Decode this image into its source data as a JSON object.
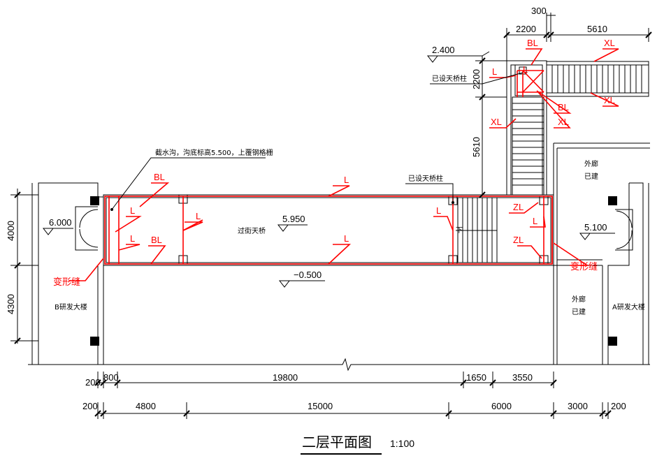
{
  "title": "二层平面图",
  "scale": "1:100",
  "rooms": {
    "bridge": "过街天桥",
    "building_b": "B研发大楼",
    "building_a": "A研发大楼",
    "corridor_top_1": "外廊",
    "corridor_top_2": "已建",
    "corridor_bot_1": "外廊",
    "corridor_bot_2": "已建"
  },
  "notes": {
    "drain": "截水沟，沟底标高5.500，上覆钢格栅",
    "existing_column_top": "已设天桥柱",
    "existing_column_mid": "已设天桥柱",
    "down": "下"
  },
  "elevations": {
    "left": "6.000",
    "bridge": "5.950",
    "ground": "−0.500",
    "right": "5.100",
    "top": "2.400"
  },
  "expansion_joints": [
    "变形缝",
    "变形缝"
  ],
  "beam_labels": {
    "bl_1": "BL",
    "bl_2": "BL",
    "bl_3": "BL",
    "bl_4": "BL",
    "l_1": "L",
    "l_2": "L",
    "l_3": "L",
    "l_4": "L",
    "l_5": "L",
    "l_6": "L",
    "l_7": "L",
    "l_8": "L",
    "l_9": "L",
    "xl_1": "XL",
    "xl_2": "XL",
    "xl_3": "XL",
    "xl_4": "XL",
    "zl_1": "ZL",
    "zl_2": "ZL"
  },
  "dimensions": {
    "top_a": "300",
    "top_b": "2200",
    "top_c": "5610",
    "vert_a": "2200",
    "vert_b": "5610",
    "left_a": "4000",
    "left_b": "4300",
    "row1": [
      "200",
      "800",
      "19800",
      "1650",
      "3550"
    ],
    "row2": [
      "200",
      "4800",
      "15000",
      "6000",
      "3000",
      "200"
    ]
  }
}
